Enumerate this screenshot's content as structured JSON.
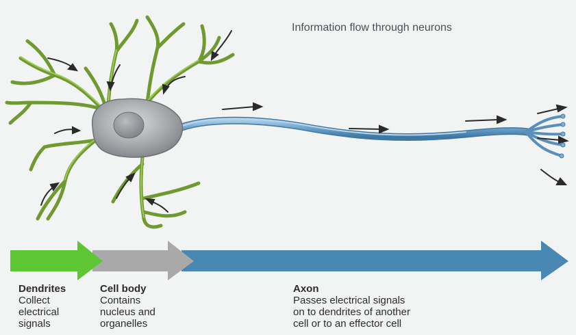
{
  "title": "Information flow through neurons",
  "sections": [
    {
      "name": "Dendrites",
      "description": "Collect\nelectrical\nsignals",
      "color": "#5fc633"
    },
    {
      "name": "Cell body",
      "description": "Contains\nnucleus and\norganelles",
      "color": "#a9a9a9"
    },
    {
      "name": "Axon",
      "description": "Passes electrical signals\non to dendrites of another\ncell or to an effector cell",
      "color": "#4a88b4"
    }
  ],
  "colors": {
    "dendrite": "#7aa33a",
    "dendrite_light": "#9cc957",
    "cell_body": "#9ea2a6",
    "nucleus": "#8a8e92",
    "axon": "#6aa0c8",
    "axon_light": "#9cc3e0",
    "flow_arrow": "#2a2a2a",
    "background": "#f2f4f3"
  }
}
